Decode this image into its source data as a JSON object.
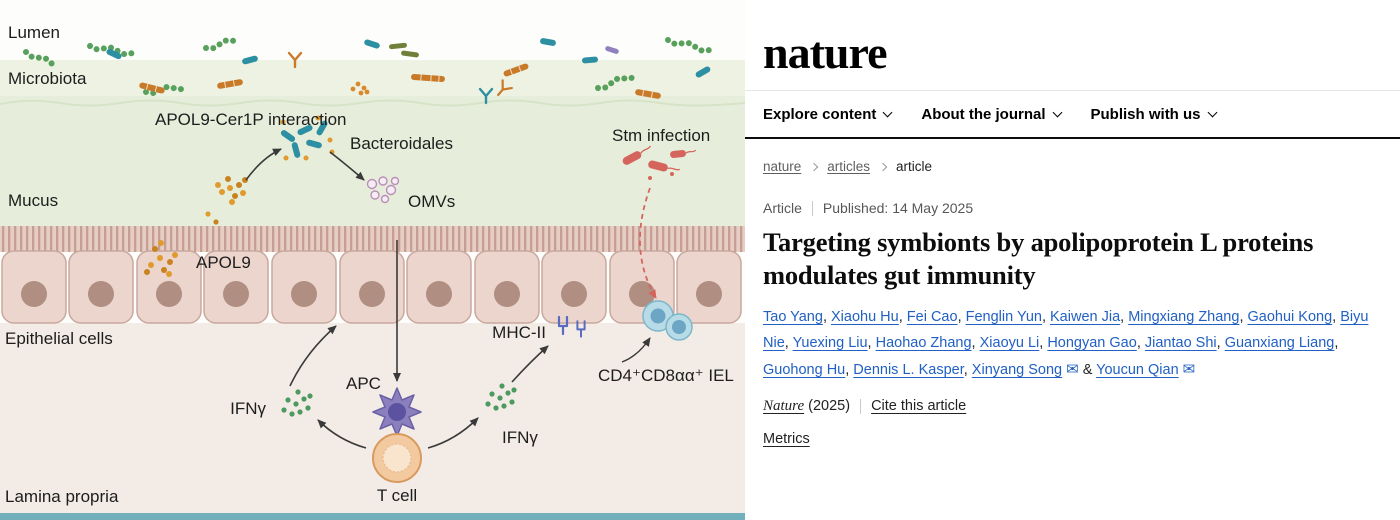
{
  "colors": {
    "link_blue": "#2160c4",
    "mucus_green": "#e6eedb",
    "epithelium_pink": "#ecd5cd",
    "lamina_beige": "#f3ece6",
    "stm_red": "#d5655c",
    "apol9_orange": "#e09a2e",
    "bacteria_teal": "#2d8fa2",
    "apc_purple": "#8b80bd",
    "tcell_orange": "#f3c9a0",
    "iel_blue": "#b7dbe7"
  },
  "figure": {
    "labels": {
      "lumen": "Lumen",
      "microbiota": "Microbiota",
      "apol9_cer1p": "APOL9-Cer1P interaction",
      "bacteroidales": "Bacteroidales",
      "omvs": "OMVs",
      "mucus": "Mucus",
      "apol9": "APOL9",
      "stm_infection": "Stm infection",
      "epithelial_cells": "Epithelial cells",
      "mhc2": "MHC-II",
      "iel": "CD4⁺CD8αα⁺ IEL",
      "ifny_left": "IFNγ",
      "apc": "APC",
      "ifny_right": "IFNγ",
      "t_cell": "T cell",
      "lamina_propria": "Lamina propria"
    }
  },
  "site": {
    "logo": "nature",
    "nav": [
      "Explore content",
      "About the journal",
      "Publish with us"
    ],
    "breadcrumb": [
      {
        "label": "nature",
        "link": true
      },
      {
        "label": "articles",
        "link": true
      },
      {
        "label": "article",
        "link": false
      }
    ],
    "article": {
      "type": "Article",
      "published_label": "Published:",
      "published_date": "14 May 2025",
      "title": "Targeting symbionts by apolipoprotein L proteins modulates gut immunity",
      "authors": [
        {
          "name": "Tao Yang"
        },
        {
          "name": "Xiaohu Hu"
        },
        {
          "name": "Fei Cao"
        },
        {
          "name": "Fenglin Yun"
        },
        {
          "name": "Kaiwen Jia"
        },
        {
          "name": "Mingxiang Zhang"
        },
        {
          "name": "Gaohui Kong"
        },
        {
          "name": "Biyu Nie"
        },
        {
          "name": "Yuexing Liu"
        },
        {
          "name": "Haohao Zhang"
        },
        {
          "name": "Xiaoyu Li"
        },
        {
          "name": "Hongyan Gao"
        },
        {
          "name": "Jiantao Shi"
        },
        {
          "name": "Guanxiang Liang"
        },
        {
          "name": "Guohong Hu"
        },
        {
          "name": "Dennis L. Kasper"
        },
        {
          "name": "Xinyang Song",
          "email": true
        },
        {
          "name": "Youcun Qian",
          "email": true
        }
      ],
      "journal": "Nature",
      "year": "(2025)",
      "cite_link": "Cite this article",
      "metrics_link": "Metrics"
    }
  }
}
